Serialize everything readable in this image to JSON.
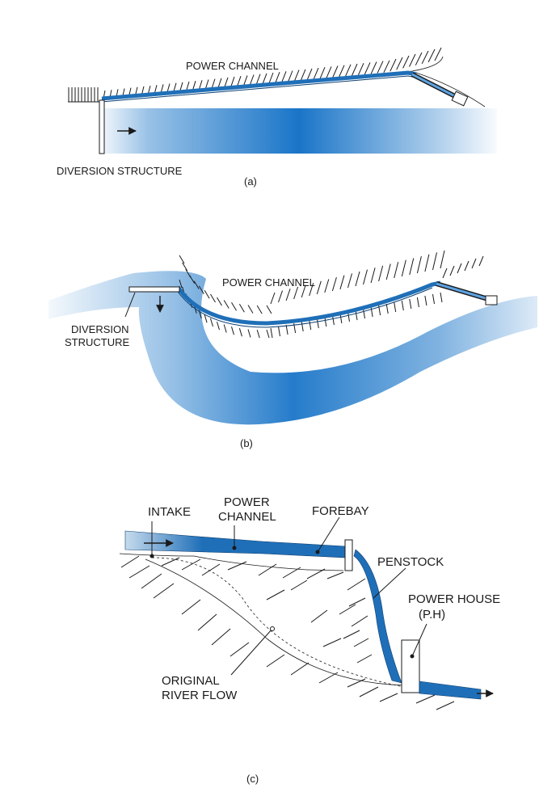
{
  "colors": {
    "water": "#1a75c8",
    "channel": "#1f6fb8",
    "ink": "#1a1a1a"
  },
  "panel_a": {
    "power_channel": "POWER CHANNEL",
    "diversion_structure": "DIVERSION STRUCTURE",
    "caption": "(a)"
  },
  "panel_b": {
    "power_channel": "POWER CHANNEL",
    "diversion_line1": "DIVERSION",
    "diversion_line2": "STRUCTURE",
    "caption": "(b)"
  },
  "panel_c": {
    "intake": "INTAKE",
    "power_channel_line1": "POWER",
    "power_channel_line2": "CHANNEL",
    "forebay": "FOREBAY",
    "penstock": "PENSTOCK",
    "power_house_line1": "POWER HOUSE",
    "power_house_line2": "(P.H)",
    "original_river_line1": "ORIGINAL",
    "original_river_line2": "RIVER FLOW",
    "caption": "(c)"
  }
}
